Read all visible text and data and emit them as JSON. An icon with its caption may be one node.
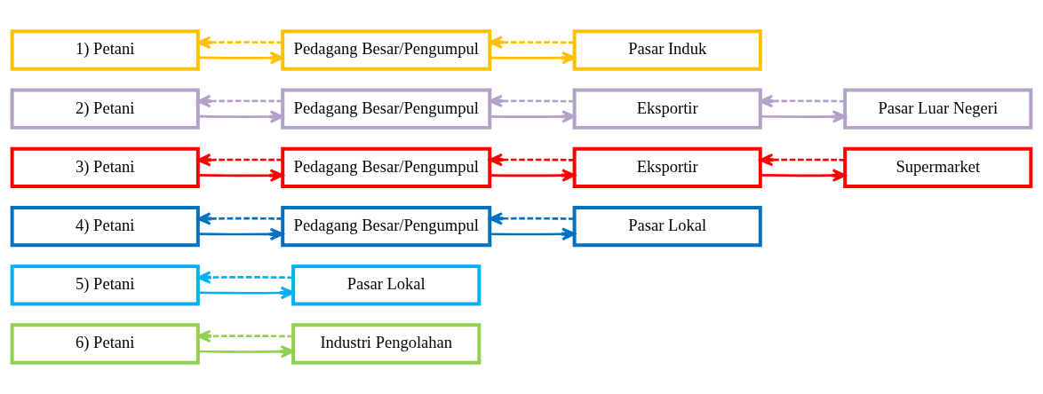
{
  "diagram": {
    "nodes": [
      {
        "text": [
          "1) Petani"
        ]
      },
      {
        "text": [
          "Pedagang Besar/Pengumpul"
        ]
      },
      {
        "text": [
          "Pasar Induk"
        ]
      },
      {
        "text": [
          "2) Petani"
        ]
      },
      {
        "text": [
          "Pedagang Besar/Pengumpul"
        ]
      },
      {
        "text": [
          "Eksportir"
        ]
      },
      {
        "text": [
          "Pasar Luar Negeri"
        ]
      },
      {
        "text": [
          "3) Petani"
        ]
      },
      {
        "text": [
          "Pedagang Besar/Pengumpul"
        ]
      },
      {
        "text": [
          "Eksportir"
        ]
      },
      {
        "text": [
          "Supermarket"
        ]
      },
      {
        "text": [
          "4) Petani"
        ]
      },
      {
        "text": [
          "Pedagang Besar/Pengumpul"
        ]
      },
      {
        "text": [
          "Pasar Lokal"
        ]
      },
      {
        "text": [
          "5) Petani"
        ]
      },
      {
        "text": [
          "Pasar Lokal"
        ]
      },
      {
        "text": [
          "6) Petani"
        ]
      },
      {
        "text": [
          "Industri Pengolahan"
        ]
      }
    ],
    "edges": [
      {
        "from": 0,
        "to": 1,
        "arrow": "to",
        "color": "#ffc000"
      },
      {
        "from": 1,
        "to": 0,
        "arrow": "to",
        "style": "dashed",
        "color": "#ffc000"
      },
      {
        "from": 1,
        "to": 2,
        "arrow": "to",
        "color": "#ffc000"
      },
      {
        "from": 2,
        "to": 1,
        "arrow": "to",
        "style": "dashed",
        "color": "#ffc000"
      },
      {
        "from": 3,
        "to": 4,
        "arrow": "to",
        "color": "#b3a2c7"
      },
      {
        "from": 4,
        "to": 3,
        "arrow": "to",
        "style": "dashed",
        "color": "#b3a2c7"
      },
      {
        "from": 4,
        "to": 5,
        "arrow": "to",
        "color": "#b3a2c7"
      },
      {
        "from": 5,
        "to": 4,
        "arrow": "to",
        "style": "dashed",
        "color": "#b3a2c7"
      },
      {
        "from": 5,
        "to": 6,
        "arrow": "to",
        "color": "#b3a2c7"
      },
      {
        "from": 6,
        "to": 5,
        "arrow": "to",
        "style": "dashed",
        "color": "#b3a2c7"
      },
      {
        "from": 7,
        "to": 8,
        "arrow": "to",
        "color": "#ff0000"
      },
      {
        "from": 8,
        "to": 7,
        "arrow": "to",
        "style": "dashed",
        "color": "#ff0000"
      },
      {
        "from": 8,
        "to": 9,
        "arrow": "to",
        "color": "#ff0000"
      },
      {
        "from": 9,
        "to": 8,
        "arrow": "to",
        "style": "dashed",
        "color": "#ff0000"
      },
      {
        "from": 9,
        "to": 10,
        "arrow": "to",
        "color": "#ff0000"
      },
      {
        "from": 10,
        "to": 9,
        "arrow": "to",
        "style": "dashed",
        "color": "#ff0000"
      },
      {
        "from": 11,
        "to": 12,
        "arrow": "to",
        "color": "#0070c0"
      },
      {
        "from": 12,
        "to": 11,
        "arrow": "to",
        "style": "dashed",
        "color": "#0070c0"
      },
      {
        "from": 12,
        "to": 13,
        "arrow": "to",
        "color": "#0070c0"
      },
      {
        "from": 13,
        "to": 12,
        "arrow": "to",
        "style": "dashed",
        "color": "#0070c0"
      },
      {
        "from": 14,
        "to": 15,
        "arrow": "to",
        "color": "#00b0f0"
      },
      {
        "from": 15,
        "to": 14,
        "arrow": "to",
        "style": "dashed",
        "color": "#00b0f0"
      },
      {
        "from": 16,
        "to": 17,
        "arrow": "to",
        "color": "#92d050"
      },
      {
        "from": 17,
        "to": 16,
        "arrow": "to",
        "style": "dashed",
        "color": "#92d050"
      }
    ]
  }
}
